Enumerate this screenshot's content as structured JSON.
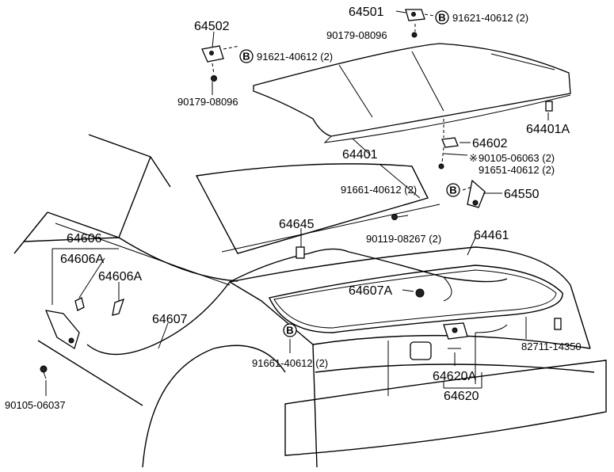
{
  "callouts": {
    "p64501": "64501",
    "p91621_top": "91621-40612 (2)",
    "p90179_top": "90179-08096",
    "p64502": "64502",
    "p91621_left": "91621-40612 (2)",
    "p90179_left": "90179-08096",
    "p64401A": "64401A",
    "p64401": "64401",
    "p64602": "64602",
    "p90105_06063": "90105-06063 (2)",
    "p91651": "91651-40612 (2)",
    "p91661_upper": "91661-40612 (2)",
    "p64550": "64550",
    "p64645": "64645",
    "p90119": "90119-08267 (2)",
    "p64461": "64461",
    "p64606": "64606",
    "p64606A_1": "64606A",
    "p64606A_2": "64606A",
    "p64607": "64607",
    "p64607A": "64607A",
    "p82711": "82711-14350",
    "p91661_lower": "91661-40612 (2)",
    "p64620A": "64620A",
    "p64620": "64620",
    "p90105_06037": "90105-06037"
  },
  "symbols": {
    "bolt_marker": "B",
    "asterisk_marker": "※"
  }
}
